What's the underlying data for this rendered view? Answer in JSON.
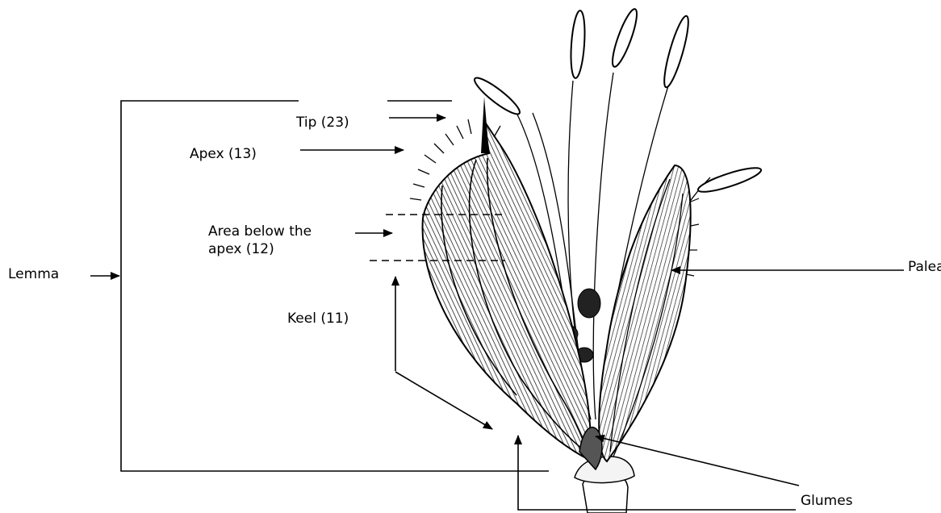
{
  "labels": {
    "tip": "Tip (23)",
    "apex": "Apex (13)",
    "area_below_apex_line1": "Area below the",
    "area_below_apex_line2": "apex (12)",
    "keel": "Keel (11)",
    "lemma": "Lemma",
    "palea": "Palea",
    "glumes": "Glumes"
  },
  "colors": {
    "ink": "#000000",
    "background": "#ffffff"
  }
}
